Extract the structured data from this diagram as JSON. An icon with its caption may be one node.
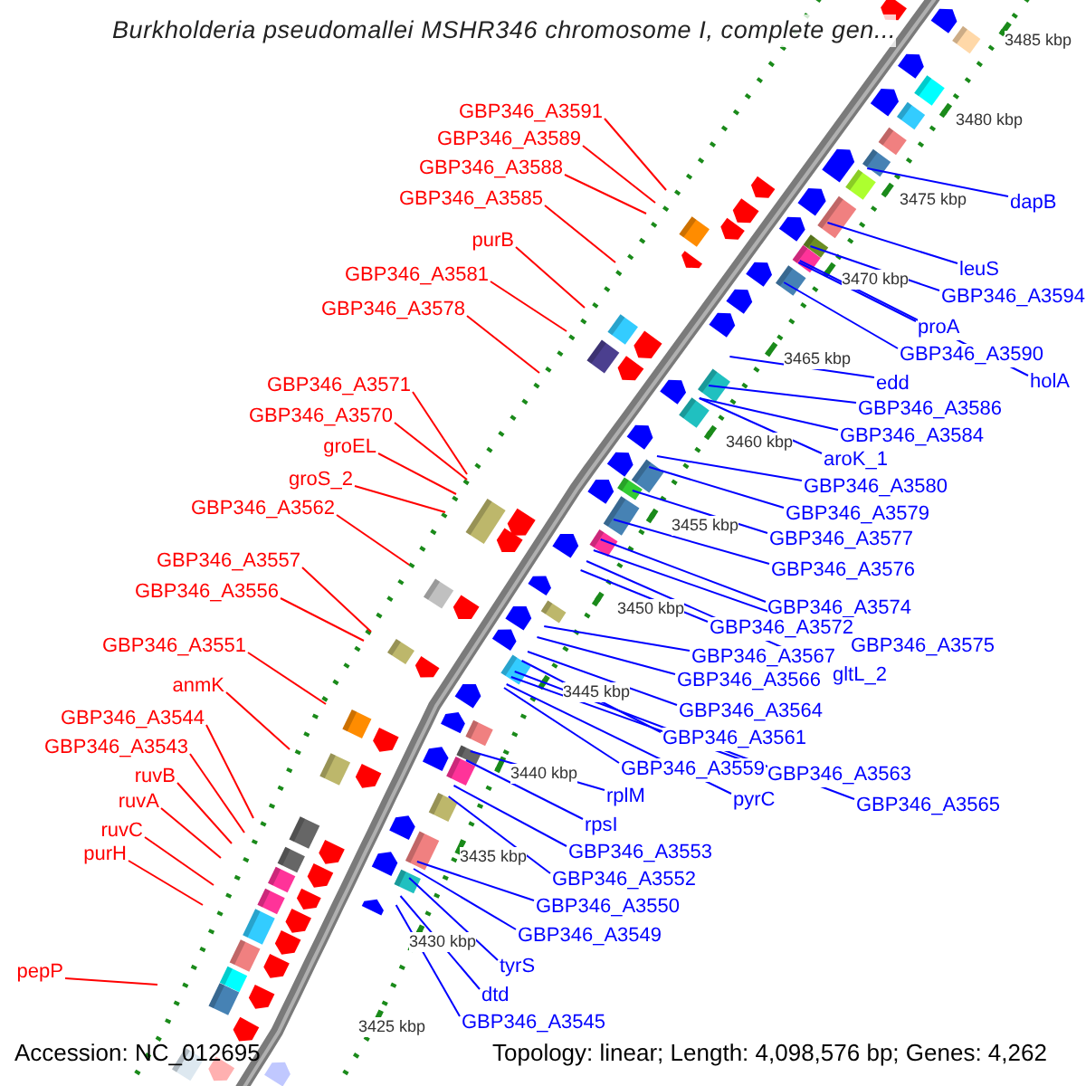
{
  "diagram": {
    "title": "Burkholderia pseudomallei MSHR346 chromosome I, complete gen...",
    "nodes": [
      {
        "text": [
          "GBP346_A3591"
        ]
      },
      {
        "text": [
          "GBP346_A3589"
        ]
      },
      {
        "text": [
          "GBP346_A3588"
        ]
      },
      {
        "text": [
          "GBP346_A3585"
        ]
      },
      {
        "text": [
          "purB"
        ]
      },
      {
        "text": [
          "GBP346_A3581"
        ]
      },
      {
        "text": [
          "GBP346_A3578"
        ]
      },
      {
        "text": [
          "GBP346_A3571"
        ]
      },
      {
        "text": [
          "GBP346_A3570"
        ]
      },
      {
        "text": [
          "groEL"
        ]
      },
      {
        "text": [
          "groS_2"
        ]
      },
      {
        "text": [
          "GBP346_A3562"
        ]
      },
      {
        "text": [
          "GBP346_A3557"
        ]
      },
      {
        "text": [
          "GBP346_A3556"
        ]
      },
      {
        "text": [
          "GBP346_A3551"
        ]
      },
      {
        "text": [
          "anmK"
        ]
      },
      {
        "text": [
          "GBP346_A3544"
        ]
      },
      {
        "text": [
          "GBP346_A3543"
        ]
      },
      {
        "text": [
          "ruvB"
        ]
      },
      {
        "text": [
          "ruvA"
        ]
      },
      {
        "text": [
          "ruvC"
        ]
      },
      {
        "text": [
          "purH"
        ]
      },
      {
        "text": [
          "pepP"
        ]
      },
      {
        "text": [
          "dapB"
        ]
      },
      {
        "text": [
          "leuS"
        ]
      },
      {
        "text": [
          "GBP346_A3594"
        ]
      },
      {
        "text": [
          "proA"
        ]
      },
      {
        "text": [
          "GBP346_A3590"
        ]
      },
      {
        "text": [
          "holA"
        ]
      },
      {
        "text": [
          "edd"
        ]
      },
      {
        "text": [
          "GBP346_A3586"
        ]
      },
      {
        "text": [
          "GBP346_A3584"
        ]
      },
      {
        "text": [
          "aroK_1"
        ]
      },
      {
        "text": [
          "GBP346_A3580"
        ]
      },
      {
        "text": [
          "GBP346_A3579"
        ]
      },
      {
        "text": [
          "GBP346_A3577"
        ]
      },
      {
        "text": [
          "GBP346_A3576"
        ]
      },
      {
        "text": [
          "GBP346_A3574"
        ]
      },
      {
        "text": [
          "GBP346_A3572"
        ]
      },
      {
        "text": [
          "GBP346_A3575"
        ]
      },
      {
        "text": [
          "GBP346_A3567"
        ]
      },
      {
        "text": [
          "gltL_2"
        ]
      },
      {
        "text": [
          "GBP346_A3566"
        ]
      },
      {
        "text": [
          "GBP346_A3564"
        ]
      },
      {
        "text": [
          "GBP346_A3561"
        ]
      },
      {
        "text": [
          "GBP346_A3559"
        ]
      },
      {
        "text": [
          "GBP346_A3563"
        ]
      },
      {
        "text": [
          "pyrC"
        ]
      },
      {
        "text": [
          "GBP346_A3565"
        ]
      },
      {
        "text": [
          "rplM"
        ]
      },
      {
        "text": [
          "rpsI"
        ]
      },
      {
        "text": [
          "GBP346_A3553"
        ]
      },
      {
        "text": [
          "GBP346_A3552"
        ]
      },
      {
        "text": [
          "GBP346_A3550"
        ]
      },
      {
        "text": [
          "GBP346_A3549"
        ]
      },
      {
        "text": [
          "tyrS"
        ]
      },
      {
        "text": [
          "dtd"
        ]
      },
      {
        "text": [
          "GBP346_A3545"
        ]
      }
    ],
    "edges": [
      {
        "from": 0,
        "to": null,
        "arrow": "none",
        "color": "#ff0000"
      },
      {
        "from": 1,
        "to": null,
        "arrow": "none",
        "color": "#ff0000"
      },
      {
        "from": 2,
        "to": null,
        "arrow": "none",
        "color": "#ff0000"
      },
      {
        "from": 3,
        "to": null,
        "arrow": "none",
        "color": "#ff0000"
      },
      {
        "from": 4,
        "to": null,
        "arrow": "none",
        "color": "#ff0000"
      },
      {
        "from": 5,
        "to": null,
        "arrow": "none",
        "color": "#ff0000"
      },
      {
        "from": 6,
        "to": null,
        "arrow": "none",
        "color": "#ff0000"
      },
      {
        "from": 7,
        "to": null,
        "arrow": "none",
        "color": "#ff0000"
      },
      {
        "from": 8,
        "to": null,
        "arrow": "none",
        "color": "#ff0000"
      },
      {
        "from": 9,
        "to": null,
        "arrow": "none",
        "color": "#ff0000"
      },
      {
        "from": 10,
        "to": null,
        "arrow": "none",
        "color": "#ff0000"
      },
      {
        "from": 11,
        "to": null,
        "arrow": "none",
        "color": "#ff0000"
      },
      {
        "from": 12,
        "to": null,
        "arrow": "none",
        "color": "#ff0000"
      },
      {
        "from": 13,
        "to": null,
        "arrow": "none",
        "color": "#ff0000"
      },
      {
        "from": 14,
        "to": null,
        "arrow": "none",
        "color": "#ff0000"
      },
      {
        "from": 15,
        "to": null,
        "arrow": "none",
        "color": "#ff0000"
      },
      {
        "from": 16,
        "to": null,
        "arrow": "none",
        "color": "#ff0000"
      },
      {
        "from": 17,
        "to": null,
        "arrow": "none",
        "color": "#ff0000"
      },
      {
        "from": 18,
        "to": null,
        "arrow": "none",
        "color": "#ff0000"
      },
      {
        "from": 19,
        "to": null,
        "arrow": "none",
        "color": "#ff0000"
      },
      {
        "from": 20,
        "to": null,
        "arrow": "none",
        "color": "#ff0000"
      },
      {
        "from": 21,
        "to": null,
        "arrow": "none",
        "color": "#ff0000"
      },
      {
        "from": 22,
        "to": null,
        "arrow": "none",
        "color": "#ff0000"
      },
      {
        "from": 23,
        "to": null,
        "arrow": "none"
      },
      {
        "from": 24,
        "to": null,
        "arrow": "none"
      },
      {
        "from": 25,
        "to": null,
        "arrow": "none"
      },
      {
        "from": 26,
        "to": null,
        "arrow": "none"
      },
      {
        "from": 27,
        "to": null,
        "arrow": "none"
      },
      {
        "from": 28,
        "to": null,
        "arrow": "none"
      },
      {
        "from": 29,
        "to": null,
        "arrow": "none"
      },
      {
        "from": 30,
        "to": null,
        "arrow": "none"
      },
      {
        "from": 31,
        "to": null,
        "arrow": "none"
      },
      {
        "from": 32,
        "to": null,
        "arrow": "none"
      },
      {
        "from": 33,
        "to": null,
        "arrow": "none"
      },
      {
        "from": 34,
        "to": null,
        "arrow": "none"
      },
      {
        "from": 35,
        "to": null,
        "arrow": "none"
      },
      {
        "from": 36,
        "to": null,
        "arrow": "none"
      },
      {
        "from": 37,
        "to": null,
        "arrow": "none"
      },
      {
        "from": 38,
        "to": null,
        "arrow": "none"
      },
      {
        "from": 39,
        "to": null,
        "arrow": "none"
      },
      {
        "from": 40,
        "to": null,
        "arrow": "none"
      },
      {
        "from": 41,
        "to": null,
        "arrow": "none"
      },
      {
        "from": 42,
        "to": null,
        "arrow": "none"
      },
      {
        "from": 43,
        "to": null,
        "arrow": "none"
      },
      {
        "from": 44,
        "to": null,
        "arrow": "none"
      },
      {
        "from": 45,
        "to": null,
        "arrow": "none"
      },
      {
        "from": 46,
        "to": null,
        "arrow": "none"
      },
      {
        "from": 47,
        "to": null,
        "arrow": "none"
      },
      {
        "from": 48,
        "to": null,
        "arrow": "none"
      },
      {
        "from": 49,
        "to": null,
        "arrow": "none"
      },
      {
        "from": 50,
        "to": null,
        "arrow": "none"
      },
      {
        "from": 51,
        "to": null,
        "arrow": "none"
      },
      {
        "from": 52,
        "to": null,
        "arrow": "none"
      },
      {
        "from": 53,
        "to": null,
        "arrow": "none"
      },
      {
        "from": 54,
        "to": null,
        "arrow": "none"
      },
      {
        "from": 55,
        "to": null,
        "arrow": "none"
      },
      {
        "from": 56,
        "to": null,
        "arrow": "none"
      },
      {
        "from": 57,
        "to": null,
        "arrow": "none"
      }
    ],
    "labels": [
      "3485 kbp",
      "3480 kbp",
      "3475 kbp",
      "3470 kbp",
      "3465 kbp",
      "3460 kbp",
      "3455 kbp",
      "3450 kbp",
      "3445 kbp",
      "3440 kbp",
      "3435 kbp",
      "3430 kbp",
      "3425 kbp",
      "Accession: NC_012695",
      "Topology: linear; Length: 4,098,576 bp; Genes: 4,262"
    ]
  }
}
